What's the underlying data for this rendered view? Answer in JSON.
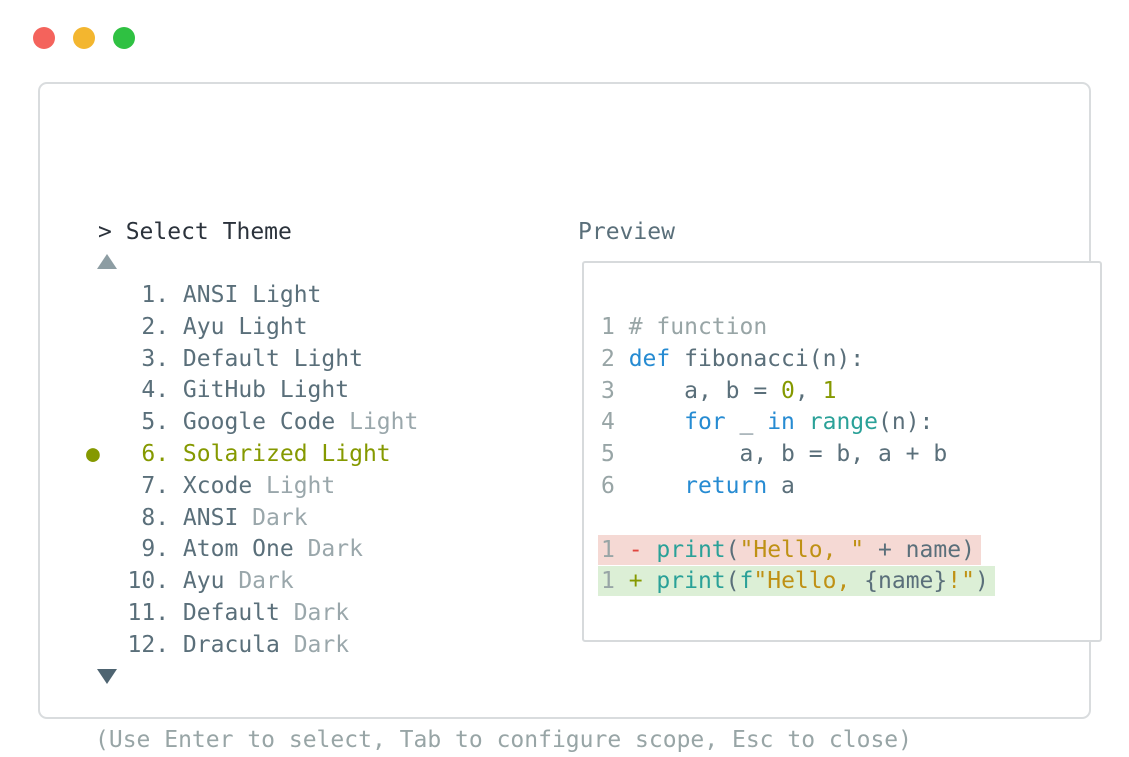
{
  "colors": {
    "traffic_red": "#f4635c",
    "traffic_yellow": "#f3b62f",
    "traffic_green": "#2fc142",
    "panel_border": "#d9dcde",
    "preview_border": "#d7dadc",
    "prompt_text": "#2b323b",
    "list_fg": "#5a6f7a",
    "dim": "#9aa7ab",
    "selected": "#859900",
    "scroll_up": "#8d9da3",
    "scroll_down": "#4e6471",
    "help": "#98a5a6",
    "code_fg": "#5a6f7a",
    "comment": "#98a5a6",
    "line_number": "#98a5a6",
    "keyword": "#268bd2",
    "builtin": "#2aa198",
    "literal": "#859900",
    "string": "#bf9114",
    "removed_marker": "#e0453e",
    "added_marker": "#859900",
    "removed_bg": "#f5d9d4",
    "added_bg": "#dcefd6"
  },
  "window": {
    "controls": [
      {
        "name": "close"
      },
      {
        "name": "minimize"
      },
      {
        "name": "zoom"
      }
    ]
  },
  "dialog": {
    "prompt": "> Select Theme",
    "preview_label": "Preview",
    "scroll_up_symbol": "▲",
    "scroll_down_symbol": "▼",
    "help_text": "(Use Enter to select, Tab to configure scope, Esc to close)",
    "theme_list": {
      "selected_marker": "●",
      "selected_index": 5,
      "items": [
        {
          "number": "1.",
          "name": "ANSI",
          "variant": "Light",
          "dim_variant": false,
          "selected": false
        },
        {
          "number": "2.",
          "name": "Ayu",
          "variant": "Light",
          "dim_variant": false,
          "selected": false
        },
        {
          "number": "3.",
          "name": "Default",
          "variant": "Light",
          "dim_variant": false,
          "selected": false
        },
        {
          "number": "4.",
          "name": "GitHub",
          "variant": "Light",
          "dim_variant": false,
          "selected": false
        },
        {
          "number": "5.",
          "name": "Google Code",
          "variant": "Light",
          "dim_variant": true,
          "selected": false
        },
        {
          "number": "6.",
          "name": "Solarized",
          "variant": "Light",
          "dim_variant": false,
          "selected": true
        },
        {
          "number": "7.",
          "name": "Xcode",
          "variant": "Light",
          "dim_variant": true,
          "selected": false
        },
        {
          "number": "8.",
          "name": "ANSI",
          "variant": "Dark",
          "dim_variant": true,
          "selected": false
        },
        {
          "number": "9.",
          "name": "Atom One",
          "variant": "Dark",
          "dim_variant": true,
          "selected": false
        },
        {
          "number": "10.",
          "name": "Ayu",
          "variant": "Dark",
          "dim_variant": true,
          "selected": false
        },
        {
          "number": "11.",
          "name": "Default",
          "variant": "Dark",
          "dim_variant": true,
          "selected": false
        },
        {
          "number": "12.",
          "name": "Dracula",
          "variant": "Dark",
          "dim_variant": true,
          "selected": false
        }
      ]
    },
    "preview_code": {
      "lines": [
        {
          "highlight": null,
          "segments": [
            {
              "text": "1 ",
              "style": "line_number"
            },
            {
              "text": "# function",
              "style": "comment"
            }
          ]
        },
        {
          "highlight": null,
          "segments": [
            {
              "text": "2 ",
              "style": "line_number"
            },
            {
              "text": "def",
              "style": "keyword"
            },
            {
              "text": " fibonacci(n):",
              "style": "code_fg"
            }
          ]
        },
        {
          "highlight": null,
          "segments": [
            {
              "text": "3 ",
              "style": "line_number"
            },
            {
              "text": "    a, b = ",
              "style": "code_fg"
            },
            {
              "text": "0",
              "style": "literal"
            },
            {
              "text": ", ",
              "style": "code_fg"
            },
            {
              "text": "1",
              "style": "literal"
            }
          ]
        },
        {
          "highlight": null,
          "segments": [
            {
              "text": "4 ",
              "style": "line_number"
            },
            {
              "text": "    ",
              "style": "code_fg"
            },
            {
              "text": "for",
              "style": "keyword"
            },
            {
              "text": " _ ",
              "style": "code_fg"
            },
            {
              "text": "in",
              "style": "keyword"
            },
            {
              "text": " ",
              "style": "code_fg"
            },
            {
              "text": "range",
              "style": "builtin"
            },
            {
              "text": "(n):",
              "style": "code_fg"
            }
          ]
        },
        {
          "highlight": null,
          "segments": [
            {
              "text": "5 ",
              "style": "line_number"
            },
            {
              "text": "        a, b = b, a + b",
              "style": "code_fg"
            }
          ]
        },
        {
          "highlight": null,
          "segments": [
            {
              "text": "6 ",
              "style": "line_number"
            },
            {
              "text": "    ",
              "style": "code_fg"
            },
            {
              "text": "return",
              "style": "keyword"
            },
            {
              "text": " a",
              "style": "code_fg"
            }
          ]
        },
        {
          "highlight": null,
          "segments": []
        },
        {
          "highlight": "removed",
          "segments": [
            {
              "text": "1 ",
              "style": "line_number"
            },
            {
              "text": "- ",
              "style": "removed_marker"
            },
            {
              "text": "print",
              "style": "builtin"
            },
            {
              "text": "(",
              "style": "code_fg"
            },
            {
              "text": "\"Hello, \"",
              "style": "string"
            },
            {
              "text": " + name)",
              "style": "code_fg"
            }
          ]
        },
        {
          "highlight": "added",
          "segments": [
            {
              "text": "1 ",
              "style": "line_number"
            },
            {
              "text": "+ ",
              "style": "added_marker"
            },
            {
              "text": "print",
              "style": "builtin"
            },
            {
              "text": "(",
              "style": "code_fg"
            },
            {
              "text": "f",
              "style": "builtin"
            },
            {
              "text": "\"Hello, ",
              "style": "string"
            },
            {
              "text": "{name}",
              "style": "code_fg"
            },
            {
              "text": "!\"",
              "style": "string"
            },
            {
              "text": ")",
              "style": "code_fg"
            }
          ]
        }
      ]
    }
  }
}
